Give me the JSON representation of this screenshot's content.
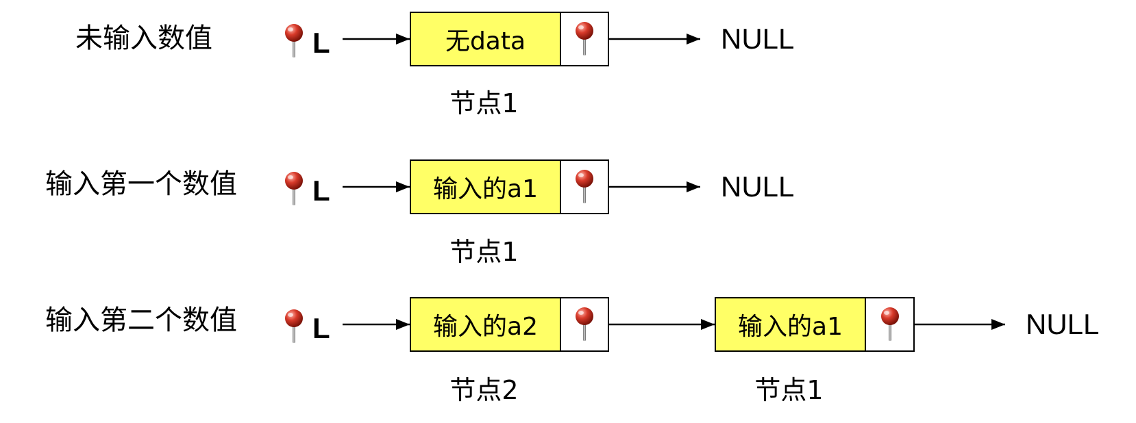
{
  "colors": {
    "node_fill": "#ffff66",
    "pin_head": "#d83a2a",
    "stroke": "#000000"
  },
  "pointer": {
    "name": "L",
    "icon": "pushpin-icon"
  },
  "null_label": "NULL",
  "rows": [
    {
      "label": "未输入数值",
      "nodes": [
        {
          "data": "无data",
          "caption": "节点1"
        }
      ]
    },
    {
      "label": "输入第一个数值",
      "nodes": [
        {
          "data": "输入的a1",
          "caption": "节点1"
        }
      ]
    },
    {
      "label": "输入第二个数值",
      "nodes": [
        {
          "data": "输入的a2",
          "caption": "节点2"
        },
        {
          "data": "输入的a1",
          "caption": "节点1"
        }
      ]
    }
  ]
}
